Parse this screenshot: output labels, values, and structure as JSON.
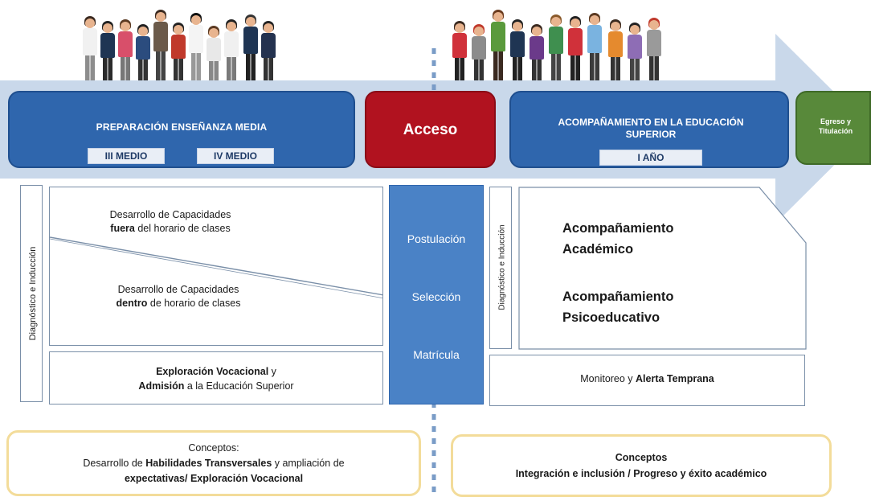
{
  "stages": {
    "preparation": {
      "title": "PREPARACIÓN ENSEÑANZA MEDIA",
      "level_3": "III MEDIO",
      "level_4": "IV MEDIO"
    },
    "access": {
      "title": "Acceso"
    },
    "support": {
      "title": "ACOMPAÑAMIENTO EN LA EDUCACIÓN SUPERIOR",
      "year": "I AÑO"
    },
    "graduation": {
      "title": "Egreso y Titulación"
    }
  },
  "left_column": {
    "vertical_label": "Diagnóstico e Inducción",
    "upper_line1": "Desarrollo de Capacidades",
    "upper_bold": "fuera",
    "upper_rest": " del horario de clases",
    "lower_line1": "Desarrollo de Capacidades",
    "lower_bold": "dentro",
    "lower_rest": " de horario de clases",
    "explore_bold1": "Exploración Vocacional",
    "explore_rest1": " y",
    "explore_bold2": "Admisión",
    "explore_rest2": " a la Educación Superior"
  },
  "middle_column": {
    "step1": "Postulación",
    "step2": "Selección",
    "step3": "Matrícula"
  },
  "right_column": {
    "vertical_label": "Diagnóstico e Inducción",
    "academic_line1": "Acompañamiento",
    "academic_line2": "Académico",
    "psycho_line1": "Acompañamiento",
    "psycho_line2": "Psicoeducativo",
    "monitor_plain": "Monitoreo y ",
    "monitor_bold": "Alerta Temprana"
  },
  "concepts_left": {
    "heading": "Conceptos:",
    "line1_plain": "Desarrollo de ",
    "line1_bold": "Habilidades Transversales",
    "line1_rest": "  y ampliación de",
    "line2_bold": "expectativas/ Exploración Vocacional"
  },
  "concepts_right": {
    "heading": "Conceptos",
    "line1": "Integración e inclusión / Progreso y éxito académico"
  },
  "colors": {
    "stage_blue": "#2f66ad",
    "access_red": "#b1121f",
    "graduation_green": "#58893a",
    "arrow_light_blue": "#c9d8ea",
    "concept_border": "#f3dc9a"
  }
}
